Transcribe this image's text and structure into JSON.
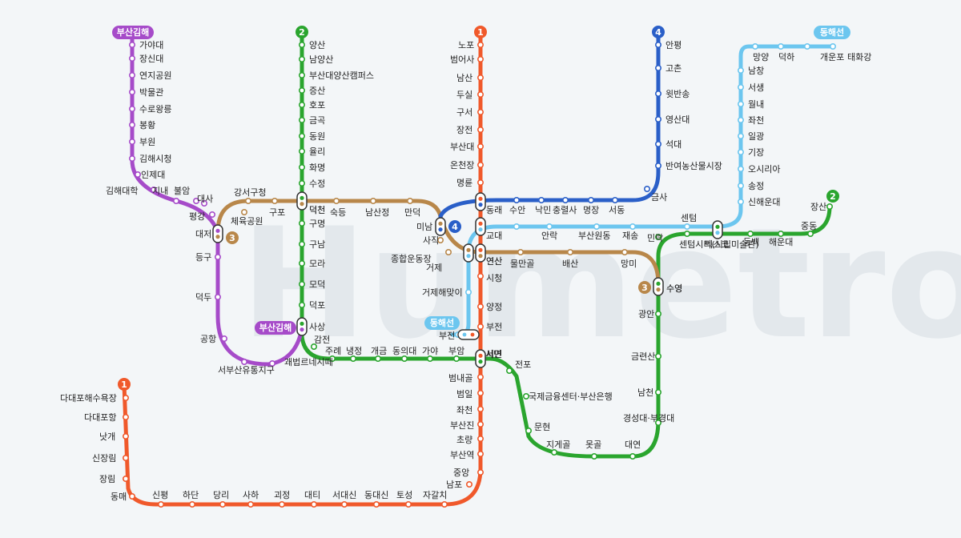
{
  "watermark": "Humetro",
  "colors": {
    "line1": "#f0592b",
    "line2": "#2aa52e",
    "line3": "#b8874a",
    "line4": "#2a5fc8",
    "donghae": "#6cc6ef",
    "gimhae": "#a64bc9"
  },
  "badges": {
    "gimhae_top": "부산김해",
    "gimhae_sasang": "부산김해",
    "donghae_top": "동해선",
    "donghae_bujeon": "동해선",
    "line1_top": "1",
    "line1_left": "1",
    "line2_top": "2",
    "line2_right": "2",
    "line3_left": "3",
    "line3_right": "3",
    "line4_top": "4",
    "line4_mid": "4"
  },
  "stations": {
    "line1": [
      "노포",
      "범어사",
      "남산",
      "두실",
      "구서",
      "장전",
      "부산대",
      "온천장",
      "명륜",
      "동래",
      "교대",
      "연산",
      "시청",
      "양정",
      "부전",
      "서면",
      "범내골",
      "범일",
      "좌천",
      "부산진",
      "초량",
      "부산역",
      "중앙",
      "남포",
      "자갈치",
      "토성",
      "동대신",
      "서대신",
      "대티",
      "괴정",
      "사하",
      "당리",
      "하단",
      "신평",
      "동매",
      "장림",
      "신장림",
      "낫개",
      "다대포항",
      "다대포해수욕장"
    ],
    "line2": [
      "양산",
      "남양산",
      "부산대양산캠퍼스",
      "증산",
      "호포",
      "금곡",
      "동원",
      "율리",
      "화명",
      "수정",
      "덕천",
      "구명",
      "구남",
      "모라",
      "모덕",
      "덕포",
      "사상",
      "감전",
      "주례",
      "냉정",
      "개금",
      "동의대",
      "가야",
      "부암",
      "서면",
      "전포",
      "국제금융센터·부산은행",
      "문현",
      "지게골",
      "못골",
      "대연",
      "경성대·부경대",
      "남천",
      "금련산",
      "광안",
      "수영",
      "민락",
      "센텀시티(시립미술관)",
      "벡스코",
      "동백",
      "해운대",
      "중동",
      "장산"
    ],
    "line3": [
      "강서구청",
      "체육공원",
      "대저",
      "구포",
      "덕천",
      "숙등",
      "남산정",
      "만덕",
      "미남",
      "사직",
      "종합운동장",
      "거제",
      "연산",
      "물만골",
      "배산",
      "망미",
      "수영"
    ],
    "line4": [
      "안평",
      "고촌",
      "윗반송",
      "영산대",
      "석대",
      "반여농산물시장",
      "금사",
      "서동",
      "명장",
      "충렬사",
      "낙민",
      "수안",
      "동래",
      "미남"
    ],
    "donghae": [
      "태화강",
      "개운포",
      "덕하",
      "망양",
      "남창",
      "서생",
      "월내",
      "좌천",
      "일광",
      "기장",
      "오시리아",
      "송정",
      "신해운대",
      "벡스코",
      "센텀",
      "재송",
      "부산원동",
      "안락",
      "동래",
      "교대",
      "거제",
      "거제해맞이",
      "부전"
    ],
    "gimhae": [
      "가야대",
      "장신대",
      "연지공원",
      "박물관",
      "수로왕릉",
      "봉황",
      "부원",
      "김해시청",
      "인제대",
      "김해대학",
      "지내",
      "불암",
      "대사",
      "평강",
      "대저",
      "등구",
      "덕두",
      "공항",
      "서부산유통지구",
      "괘법르네시떼",
      "사상"
    ]
  }
}
